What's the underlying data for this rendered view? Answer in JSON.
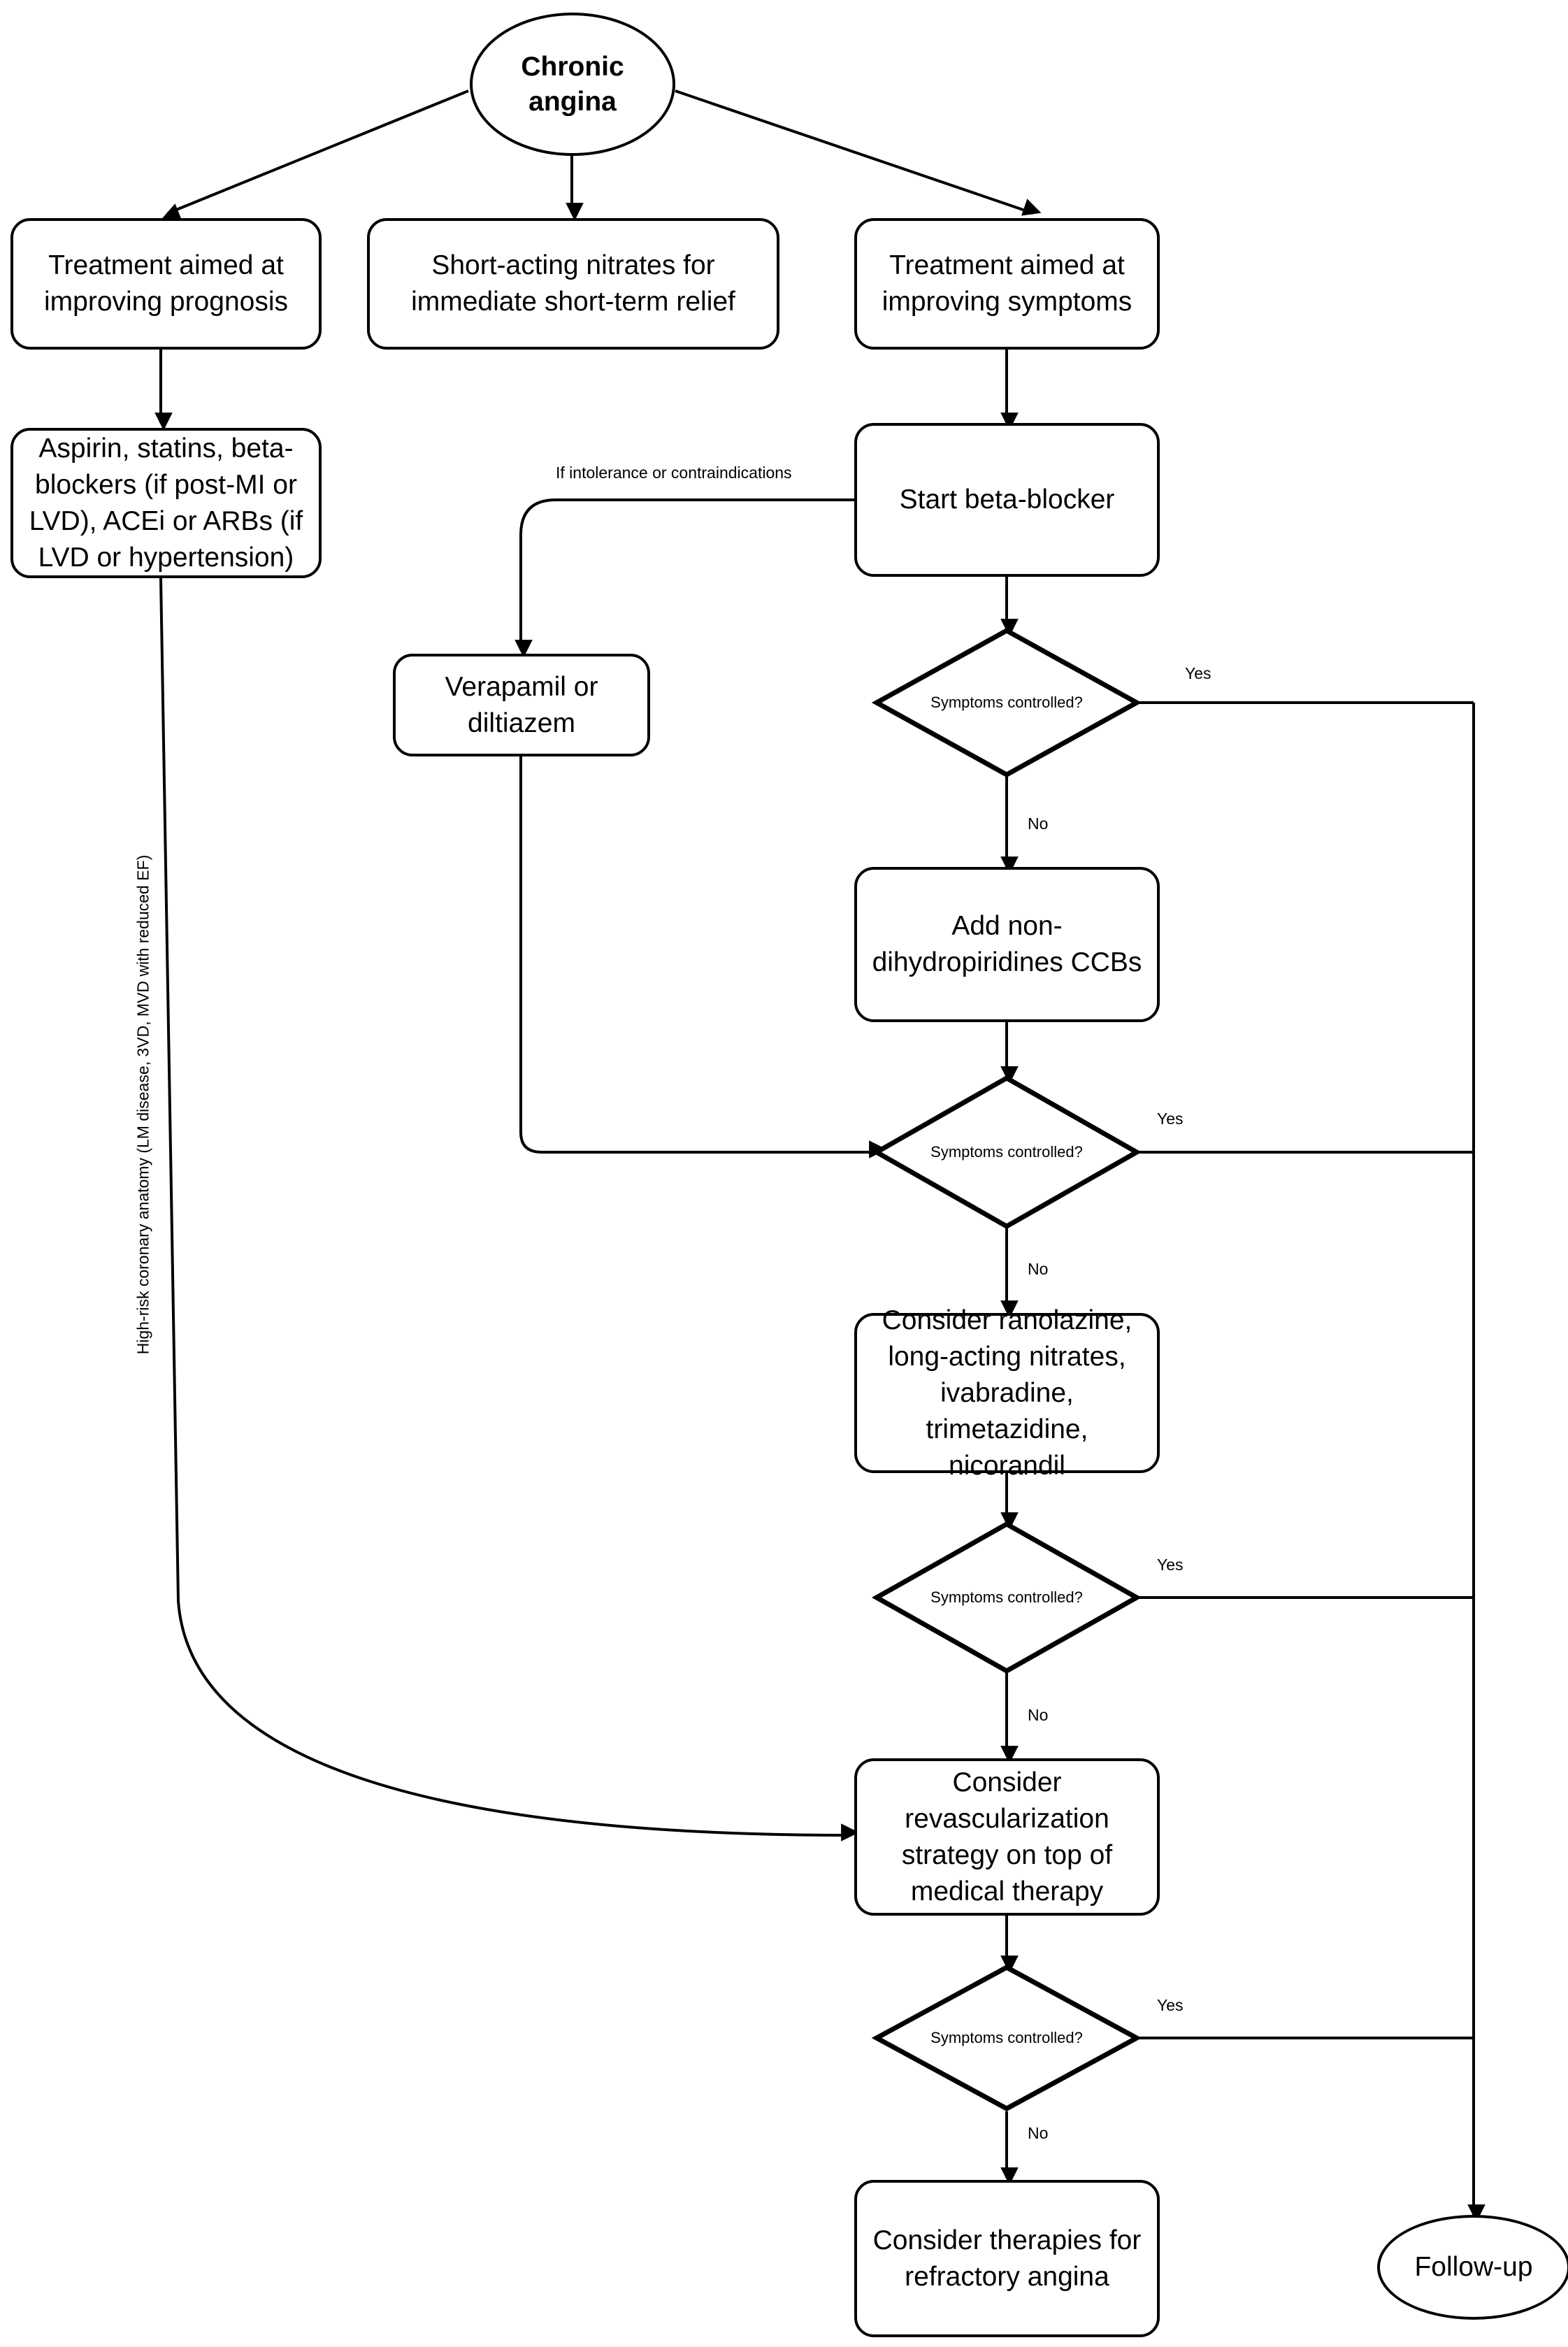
{
  "nodes": {
    "start": "Chronic\nangina",
    "prognosis": "Treatment aimed at\nimproving prognosis",
    "nitrates": "Short-acting nitrates for\nimmediate short-term relief",
    "symptoms": "Treatment aimed at\nimproving symptoms",
    "aspirin": "Aspirin, statins, beta-\nblockers (if post-MI or\nLVD), ACEi or ARBs (if\nLVD or hypertension)",
    "beta_blocker": "Start beta-blocker",
    "verapamil": "Verapamil or\ndiltiazem",
    "add_ccb": "Add non-\ndihydropiridines CCBs",
    "ranolazine": "Consider ranolazine,\nlong-acting nitrates,\nivabradine,\ntrimetazidine, nicorandil",
    "revasc": "Consider\nrevascularization\nstrategy on top of\nmedical therapy",
    "refractory": "Consider therapies for\nrefractory angina",
    "follow_up": "Follow-up"
  },
  "decision_label": "Symptoms controlled?",
  "edge_labels": {
    "yes": "Yes",
    "no": "No",
    "intolerance": "If intolerance or contraindications",
    "high_risk": "High-risk coronary anatomy (LM disease, 3VD, MVD with reduced EF)"
  }
}
